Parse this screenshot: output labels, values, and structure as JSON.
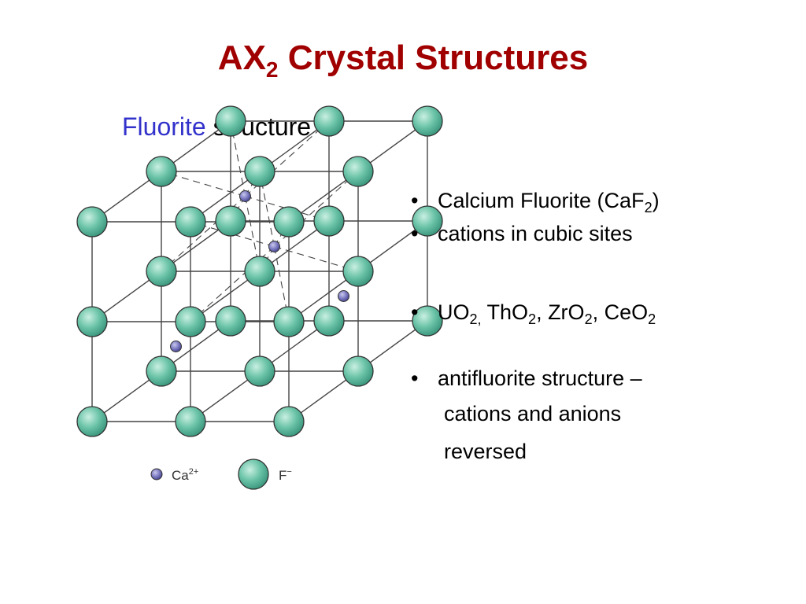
{
  "title": {
    "main": "AX",
    "sub": "2",
    "rest": " Crystal Structures"
  },
  "subtitle": {
    "highlight": "Fluorite",
    "rest": " structure"
  },
  "bullets": [
    {
      "dot": "•",
      "parts": [
        "Calcium Fluorite (CaF",
        "2",
        ")"
      ]
    },
    {
      "dot": "•",
      "parts": [
        "cations in cubic sites"
      ]
    },
    {
      "dot": "•",
      "parts": [
        "UO",
        "2,",
        " ThO",
        "2",
        ", ZrO",
        "2",
        ", CeO",
        "2"
      ]
    },
    {
      "dot": "•",
      "parts": [
        "antifluorite structure –"
      ]
    }
  ],
  "continuation": [
    "cations and anions",
    "reversed"
  ],
  "legend": {
    "cation_label": "Ca2+",
    "anion_label": "F−"
  },
  "colors": {
    "title": "#a00000",
    "highlight": "#3333cc",
    "anion_fill": "#6cc4a8",
    "cation_fill": "#7a78c0"
  }
}
